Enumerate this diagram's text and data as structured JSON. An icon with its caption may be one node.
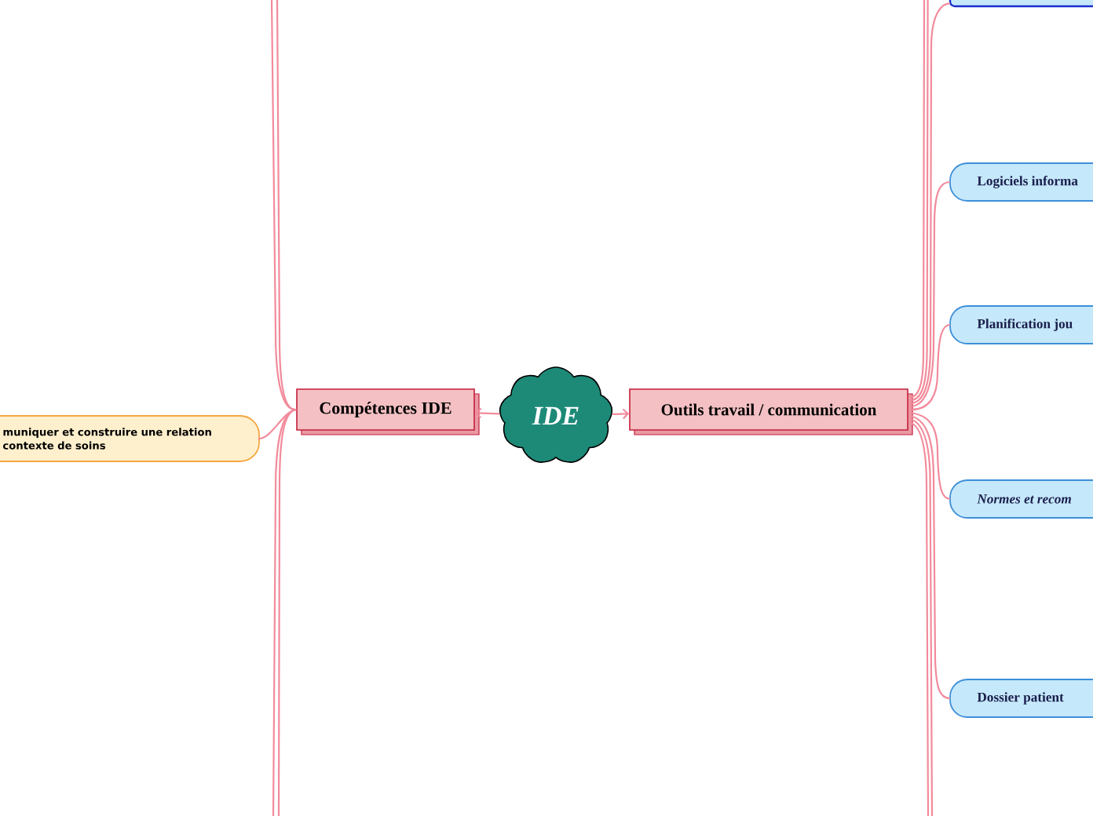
{
  "diagram": {
    "nodes": [
      {
        "text": [
          "IDE"
        ]
      },
      {
        "text": [
          "Compétences IDE"
        ]
      },
      {
        "text": [
          "Outils travail / communication"
        ]
      },
      {
        "text": [
          "muniquer et construire une relation contexte de soins"
        ]
      },
      {
        "text": [],
        "shape": "box"
      },
      {
        "text": [
          "Logiciels informa"
        ]
      },
      {
        "text": [
          "Planification jou"
        ]
      },
      {
        "text": [
          "Normes et recom"
        ]
      },
      {
        "text": [
          "Dossier patient"
        ]
      }
    ],
    "edges": [
      {
        "from": 0,
        "to": 1,
        "arrow": "to"
      },
      {
        "from": 0,
        "to": 2,
        "arrow": "to"
      },
      {
        "from": 1,
        "to": 3,
        "arrow": "none"
      },
      {
        "from": 1,
        "to": null,
        "arrow": "none"
      },
      {
        "from": 1,
        "to": null,
        "arrow": "none"
      },
      {
        "from": 1,
        "to": null,
        "arrow": "none"
      },
      {
        "from": 1,
        "to": null,
        "arrow": "none"
      },
      {
        "from": 2,
        "to": 4,
        "arrow": "none"
      },
      {
        "from": 2,
        "to": 5,
        "arrow": "none"
      },
      {
        "from": 2,
        "to": 6,
        "arrow": "none"
      },
      {
        "from": 2,
        "to": 7,
        "arrow": "none"
      },
      {
        "from": 2,
        "to": 8,
        "arrow": "none"
      },
      {
        "from": 2,
        "to": null,
        "arrow": "none"
      },
      {
        "from": 2,
        "to": null,
        "arrow": "none"
      },
      {
        "from": 2,
        "to": null,
        "arrow": "none"
      },
      {
        "from": 2,
        "to": null,
        "arrow": "none"
      }
    ]
  }
}
